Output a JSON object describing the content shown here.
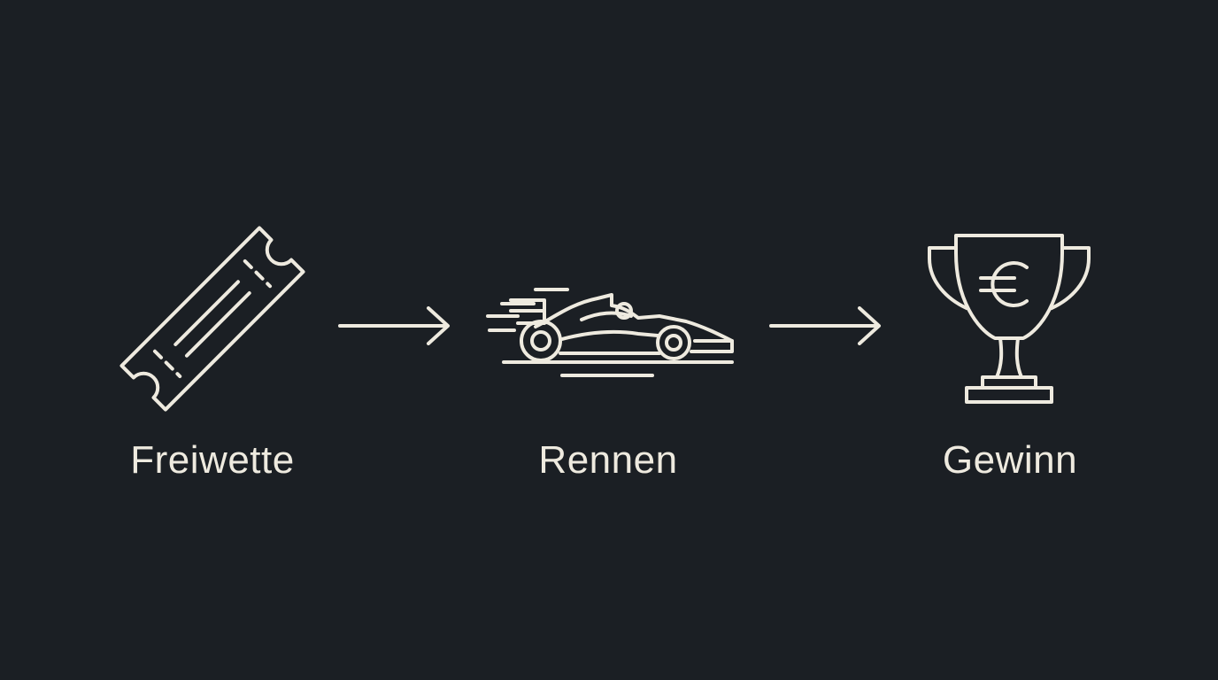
{
  "colors": {
    "background": "#1b1f24",
    "stroke": "#eeeadf"
  },
  "steps": [
    {
      "label": "Freiwette",
      "icon": "ticket-icon"
    },
    {
      "label": "Rennen",
      "icon": "race-car-icon"
    },
    {
      "label": "Gewinn",
      "icon": "trophy-euro-icon"
    }
  ],
  "connectors": [
    "arrow-right-icon",
    "arrow-right-icon"
  ]
}
